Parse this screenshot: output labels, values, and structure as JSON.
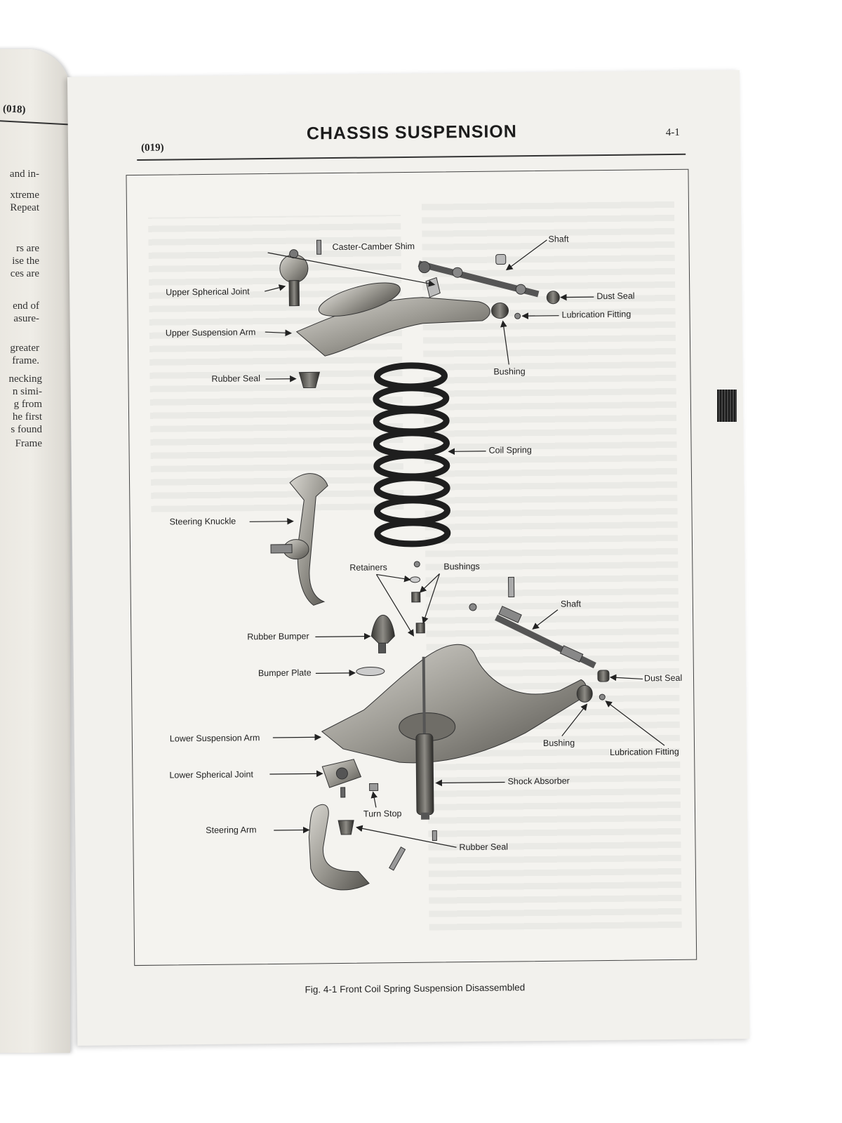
{
  "left_page": {
    "page_number": "(018)",
    "lines": [
      "and in-",
      "xtreme",
      "Repeat",
      "rs are",
      "ise the",
      "ces are",
      "end of",
      "asure-",
      "greater",
      "frame.",
      "necking",
      "n simi-",
      "g from",
      "he first",
      "s found",
      "Frame"
    ]
  },
  "right_page": {
    "page_number": "(019)",
    "title": "CHASSIS SUSPENSION",
    "page_ref": "4-1"
  },
  "figure": {
    "labels": {
      "caster_camber_shim": "Caster-Camber Shim",
      "shaft_upper": "Shaft",
      "upper_spherical_joint": "Upper Spherical Joint",
      "dust_seal_upper": "Dust Seal",
      "lubrication_fitting_upper": "Lubrication Fitting",
      "upper_suspension_arm": "Upper Suspension Arm",
      "bushing_upper": "Bushing",
      "rubber_seal_upper": "Rubber Seal",
      "coil_spring": "Coil Spring",
      "steering_knuckle": "Steering Knuckle",
      "retainers": "Retainers",
      "bushings": "Bushings",
      "shaft_lower": "Shaft",
      "rubber_bumper": "Rubber Bumper",
      "bumper_plate": "Bumper Plate",
      "dust_seal_lower": "Dust Seal",
      "lower_suspension_arm": "Lower Suspension Arm",
      "bushing_lower": "Bushing",
      "lubrication_fitting_lower": "Lubrication Fitting",
      "lower_spherical_joint": "Lower Spherical Joint",
      "shock_absorber": "Shock Absorber",
      "turn_stop": "Turn Stop",
      "steering_arm": "Steering Arm",
      "rubber_seal_lower": "Rubber Seal"
    },
    "caption": "Fig. 4-1  Front Coil Spring Suspension Disassembled"
  }
}
